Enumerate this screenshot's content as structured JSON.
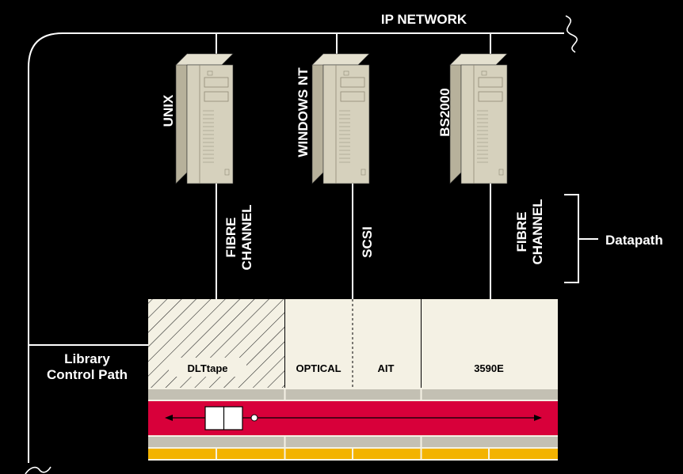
{
  "network": {
    "label": "IP NETWORK"
  },
  "servers": [
    {
      "label": "UNIX"
    },
    {
      "label": "WINDOWS NT"
    },
    {
      "label": "BS2000"
    }
  ],
  "datapaths": [
    {
      "line1": "FIBRE",
      "line2": "CHANNEL"
    },
    {
      "line1": "SCSI",
      "line2": ""
    },
    {
      "line1": "FIBRE",
      "line2": "CHANNEL"
    }
  ],
  "datapath_bracket": {
    "label": "Datapath"
  },
  "library_control": {
    "line1": "Library",
    "line2": "Control Path"
  },
  "library": {
    "modules": [
      {
        "label": "DLTtape"
      },
      {
        "label": "OPTICAL"
      },
      {
        "label": "AIT"
      },
      {
        "label": "3590E"
      }
    ]
  },
  "colors": {
    "background": "#000000",
    "line": "#ffffff",
    "server_body": "#d6d1bd",
    "server_shade": "#b7b19b",
    "server_dark": "#8f8a76",
    "library_panel": "#f4f1e4",
    "divider_gray": "#c3c0b3",
    "robot_rail": "#d8003a",
    "base_orange": "#f3b300"
  }
}
